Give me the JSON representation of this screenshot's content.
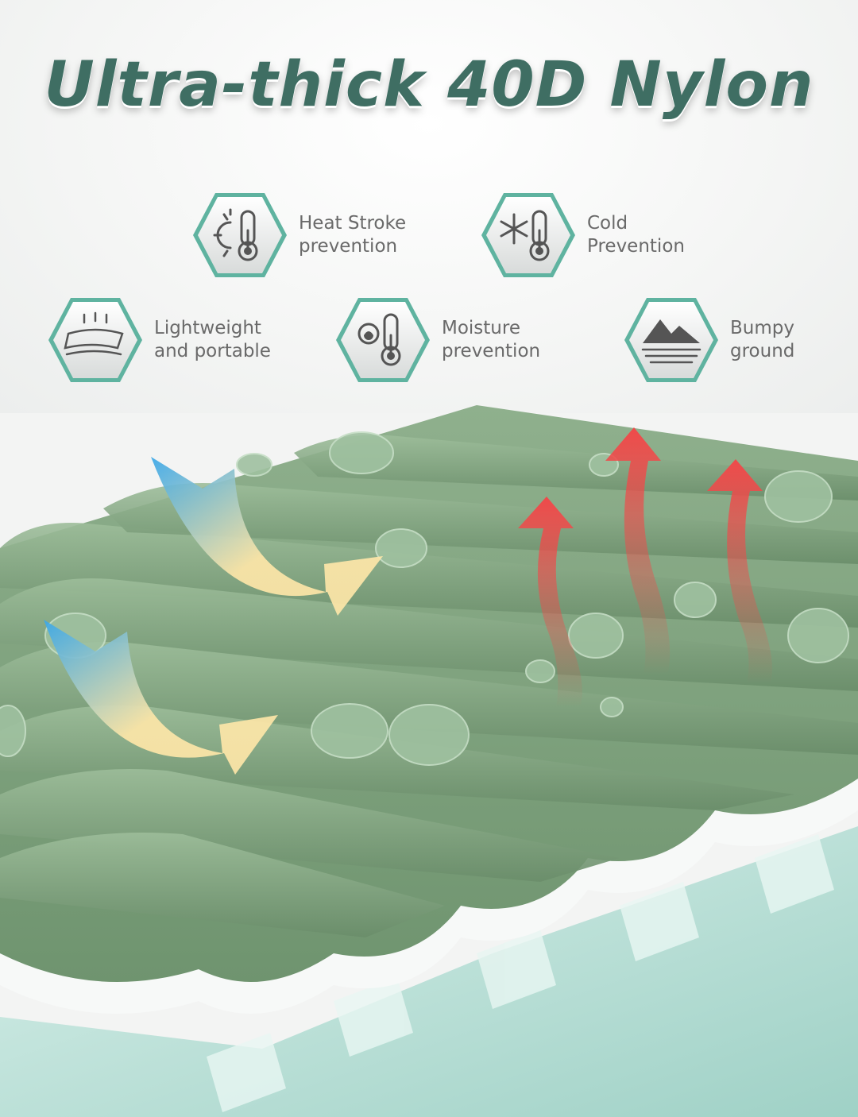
{
  "title": "Ultra-thick 40D Nylon",
  "features": [
    {
      "label": "Heat Stroke\nprevention",
      "icon": "sun-thermometer-icon"
    },
    {
      "label": "Cold\nPrevention",
      "icon": "snowflake-thermometer-icon"
    },
    {
      "label": "Lightweight\nand portable",
      "icon": "lightweight-fabric-icon"
    },
    {
      "label": "Moisture\nprevention",
      "icon": "droplet-thermometer-icon"
    },
    {
      "label": "Bumpy\nground",
      "icon": "mountain-ground-icon"
    }
  ],
  "colors": {
    "title": "#3f6e63",
    "mat_green": "#7ea07d",
    "foam": "#bfe3db",
    "hex_border": "#5fb3a0",
    "heat_arrow": "#ef4a4a",
    "airflow_blue": "#3aa7e8",
    "airflow_yellow": "#fde6a8"
  }
}
